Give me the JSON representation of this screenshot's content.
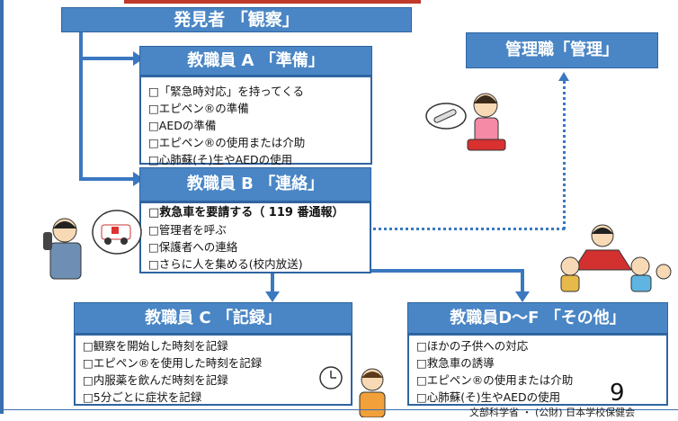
{
  "nodes": {
    "discoverer": {
      "title": "発見者 「観察」"
    },
    "staff_a": {
      "title": "教職員 A 「準備」",
      "items": [
        "□「緊急時対応」を持ってくる",
        "□エピペン®の準備",
        "□AEDの準備",
        "□エピペン®の使用または介助",
        "□心肺蘇(そ)生やAEDの使用"
      ]
    },
    "manager": {
      "title": "管理職「管理」"
    },
    "staff_b": {
      "title": "教職員 B 「連絡」",
      "items": [
        "□救急車を要請する（ 119 番通報）",
        "□管理者を呼ぶ",
        "□保護者への連絡",
        "□さらに人を集める(校内放送)"
      ]
    },
    "staff_c": {
      "title": "教職員 C 「記録」",
      "items": [
        "□観察を開始した時刻を記録",
        "□エピペン®を使用した時刻を記録",
        "□内服薬を飲んだ時刻を記録",
        "□5分ごとに症状を記録"
      ]
    },
    "staff_df": {
      "title": "教職員D～F 「その他」",
      "items": [
        "□ほかの子供への対応",
        "□救急車の誘導",
        "□エピペン®の使用または介助",
        "□心肺蘇(そ)生やAEDの使用"
      ]
    }
  },
  "page_number": "9",
  "credit": "文部科学省 ・ (公財) 日本学校保健会",
  "colors": {
    "header": "#4a86c5",
    "border": "#2f64a0",
    "arrow": "#3a78c0",
    "accent": "#c0392b"
  }
}
